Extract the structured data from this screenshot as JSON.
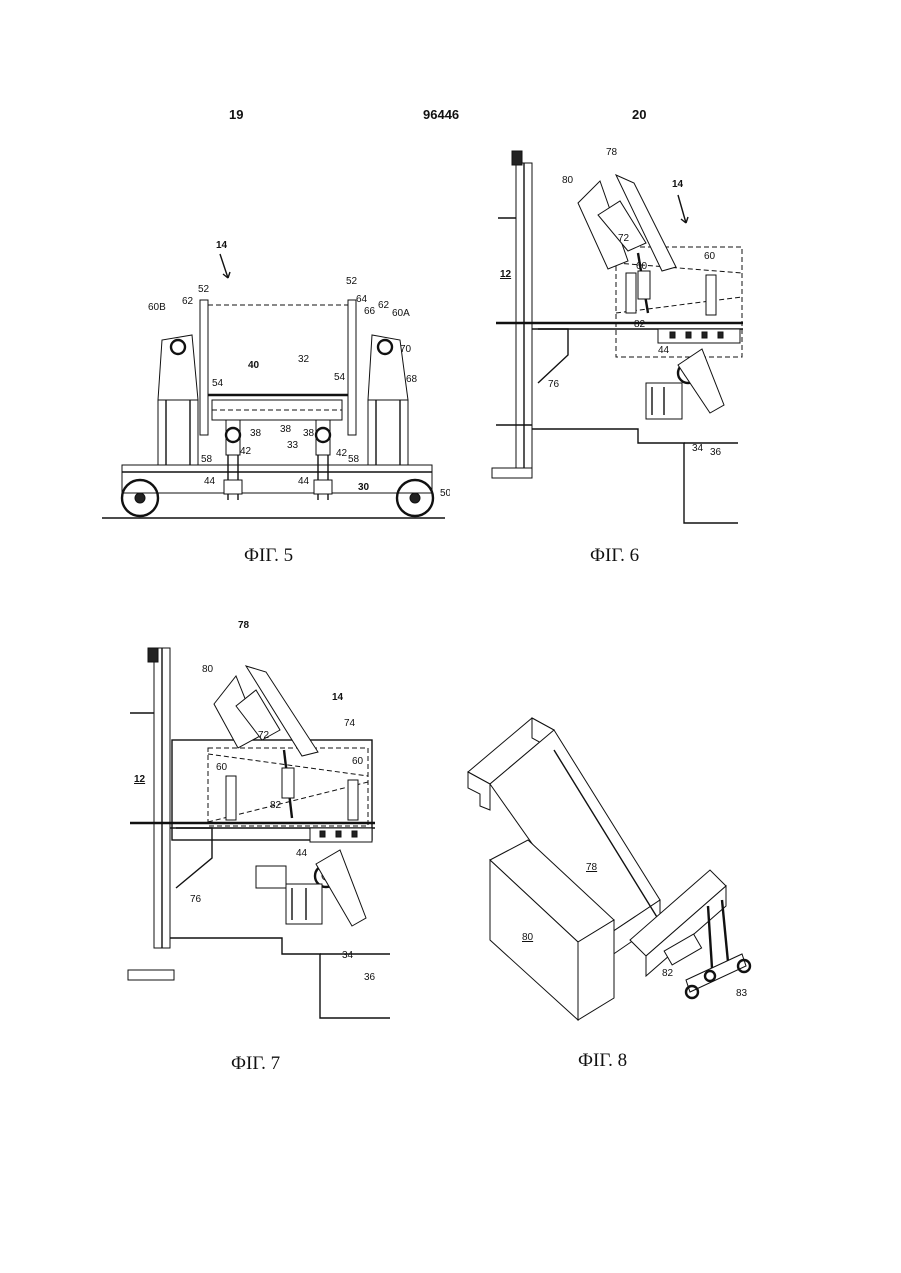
{
  "header": {
    "page_left": "19",
    "patent_number": "96446",
    "page_right": "20"
  },
  "figures": [
    {
      "caption": "ФІГ. 5",
      "labels": {
        "l14": "14",
        "l52a": "52",
        "l52b": "52",
        "l60b": "60B",
        "l62a": "62",
        "l64": "64",
        "l62b": "62",
        "l66": "66",
        "l60a": "60A",
        "l70": "70",
        "l68": "68",
        "l40": "40",
        "l32": "32",
        "l54a": "54",
        "l54b": "54",
        "l38a": "38",
        "l38b": "38",
        "l38c": "38",
        "l33": "33",
        "l42a": "42",
        "l42b": "42",
        "l58a": "58",
        "l58b": "58",
        "l44a": "44",
        "l44b": "44",
        "l30": "30",
        "l50": "50"
      }
    },
    {
      "caption": "ФІГ. 6",
      "labels": {
        "l78": "78",
        "l80": "80",
        "l14": "14",
        "l72": "72",
        "l60a": "60",
        "l60b": "60",
        "l82": "82",
        "l12": "12",
        "l44": "44",
        "l76": "76",
        "l34": "34",
        "l36": "36"
      }
    },
    {
      "caption": "ФІГ. 7",
      "labels": {
        "l78": "78",
        "l80": "80",
        "l14": "14",
        "l74": "74",
        "l72": "72",
        "l60a": "60",
        "l60b": "60",
        "l82": "82",
        "l12": "12",
        "l44": "44",
        "l76": "76",
        "l34": "34",
        "l36": "36"
      }
    },
    {
      "caption": "ФІГ. 8",
      "labels": {
        "l78": "78",
        "l80": "80",
        "l82": "82",
        "l83": "83"
      }
    }
  ]
}
